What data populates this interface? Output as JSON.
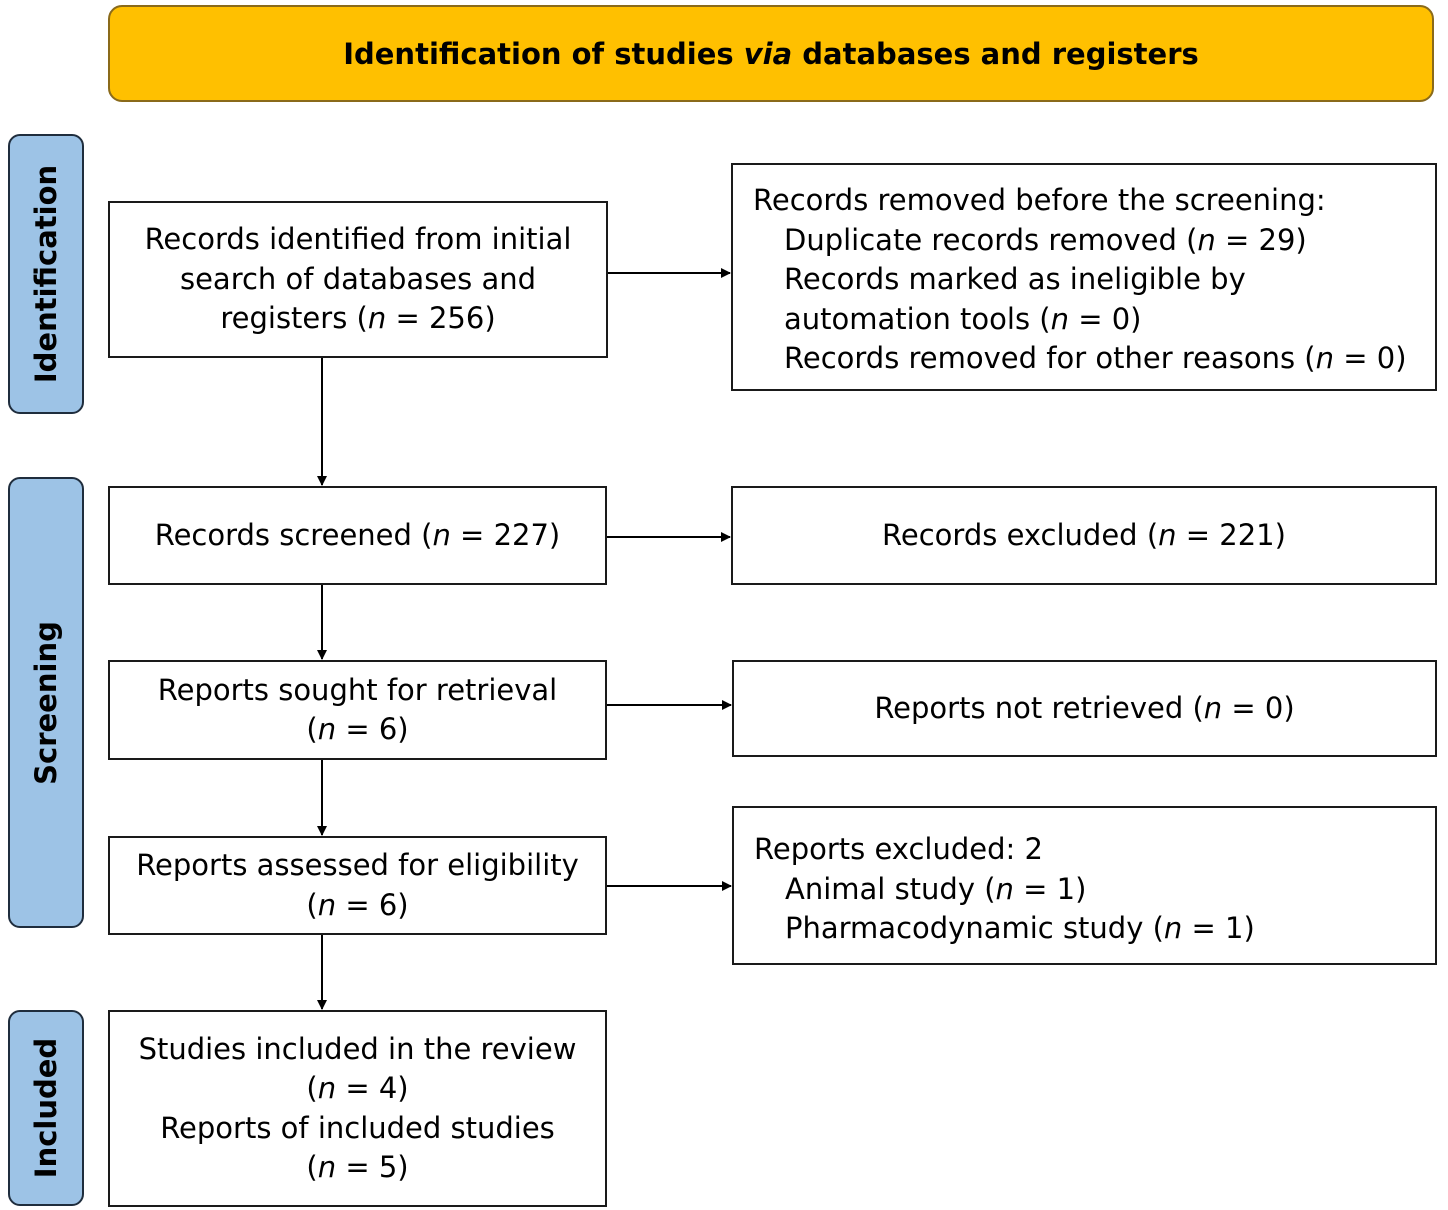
{
  "header": {
    "pre": "Identification of studies ",
    "via": "via",
    "post": " databases and registers"
  },
  "phases": {
    "identification": "Identification",
    "screening": "Screening",
    "included": "Included"
  },
  "n_symbol": "n",
  "boxes": {
    "identified": {
      "line1": "Records identified from initial",
      "line2": "search of databases and",
      "line3_pre": "registers (",
      "line3_post": " = 256)"
    },
    "removed": {
      "title": "Records removed before the screening:",
      "dup_pre": "Duplicate records removed (",
      "dup_post": " = 29)",
      "auto_line1": "Records marked as ineligible by",
      "auto_pre": "automation tools (",
      "auto_post": " = 0)",
      "other_pre": "Records removed for other reasons (",
      "other_post": " = 0)"
    },
    "screened": {
      "pre": "Records screened (",
      "post": " = 227)"
    },
    "excluded": {
      "pre": "Records excluded (",
      "post": " = 221)"
    },
    "sought": {
      "line1": "Reports sought for retrieval",
      "pre": "(",
      "post": " = 6)"
    },
    "not_retrieved": {
      "pre": "Reports not retrieved (",
      "post": " = 0)"
    },
    "assessed": {
      "line1": "Reports assessed for eligibility",
      "pre": "(",
      "post": " = 6)"
    },
    "reports_excluded": {
      "title": "Reports excluded: 2",
      "animal_pre": "Animal study (",
      "animal_post": " = 1)",
      "pharma_pre": "Pharmacodynamic study (",
      "pharma_post": " = 1)"
    },
    "included": {
      "line1": "Studies included in the review",
      "studies_pre": "(",
      "studies_post": " = 4)",
      "line3": "Reports of included studies",
      "reports_pre": "(",
      "reports_post": " = 5)"
    }
  }
}
